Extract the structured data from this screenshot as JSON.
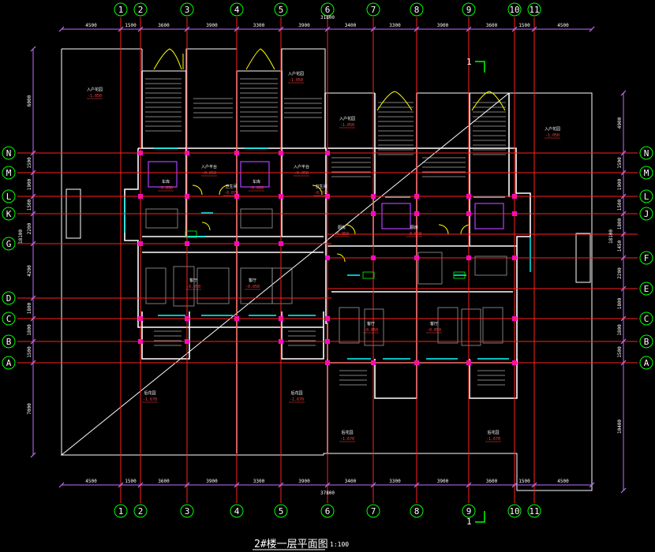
{
  "drawing": {
    "title": "2#楼一层平面图",
    "scale": "1:100",
    "section_mark": "1"
  },
  "grid": {
    "vertical": [
      "1",
      "2",
      "3",
      "4",
      "5",
      "6",
      "7",
      "8",
      "9",
      "10",
      "11"
    ],
    "horizontal_left": [
      "N",
      "M",
      "L",
      "K",
      "G",
      "D",
      "C",
      "B",
      "A"
    ],
    "horizontal_right": [
      "N",
      "M",
      "L",
      "J",
      "F",
      "E",
      "C",
      "B",
      "A"
    ]
  },
  "dimensions": {
    "top_total": "31800",
    "top_segments": [
      "4500",
      "1500",
      "3600",
      "3900",
      "3300",
      "3900",
      "3400",
      "3300",
      "3900",
      "3600",
      "1500",
      "4500"
    ],
    "bottom_total": "37800",
    "bottom_segments": [
      "4500",
      "1500",
      "3600",
      "3900",
      "3300",
      "3900",
      "3400",
      "3300",
      "3900",
      "3600",
      "1500",
      "4500"
    ],
    "left_segments": [
      "6000",
      "1500",
      "1900",
      "1500",
      "2200",
      "4200",
      "1800",
      "1800",
      "1500",
      "7000"
    ],
    "left_total": "18100",
    "right_segments": [
      "4900",
      "1500",
      "1900",
      "1500",
      "1800",
      "1450",
      "2200",
      "1800",
      "1800",
      "1500",
      "10400"
    ],
    "right_total": "18100"
  },
  "rooms": [
    {
      "name": "入户花园",
      "elev": "-1.050"
    },
    {
      "name": "入户花园",
      "elev": "-1.050"
    },
    {
      "name": "入户花园",
      "elev": "-1.050"
    },
    {
      "name": "入户花园",
      "elev": "-1.050"
    },
    {
      "name": "车库",
      "elev": "-0.650"
    },
    {
      "name": "车库",
      "elev": "-0.650"
    },
    {
      "name": "客厅",
      "elev": "-0.050"
    },
    {
      "name": "客厅",
      "elev": "-0.050"
    },
    {
      "name": "客厅",
      "elev": "-0.050"
    },
    {
      "name": "客厅",
      "elev": "-0.050"
    },
    {
      "name": "后花园",
      "elev": "-1.670"
    },
    {
      "name": "后花园",
      "elev": "-1.670"
    },
    {
      "name": "后花园",
      "elev": "-1.670"
    },
    {
      "name": "后花园",
      "elev": "-1.670"
    },
    {
      "name": "入户平台",
      "elev": "-0.050"
    },
    {
      "name": "入户平台",
      "elev": "-0.050"
    },
    {
      "name": "卫生间",
      "elev": "-0.070"
    },
    {
      "name": "卫生间",
      "elev": "-0.070"
    },
    {
      "name": "厨房",
      "elev": "-0.050"
    },
    {
      "name": "厨房",
      "elev": "-0.050"
    }
  ],
  "colors": {
    "grid_line": "#ff2020",
    "grid_bubble": "#00ff00",
    "dimension": "#c070ff",
    "wall": "#ffffff",
    "window": "#00ffff",
    "column": "#ff00ff",
    "door": "#ffff00"
  }
}
